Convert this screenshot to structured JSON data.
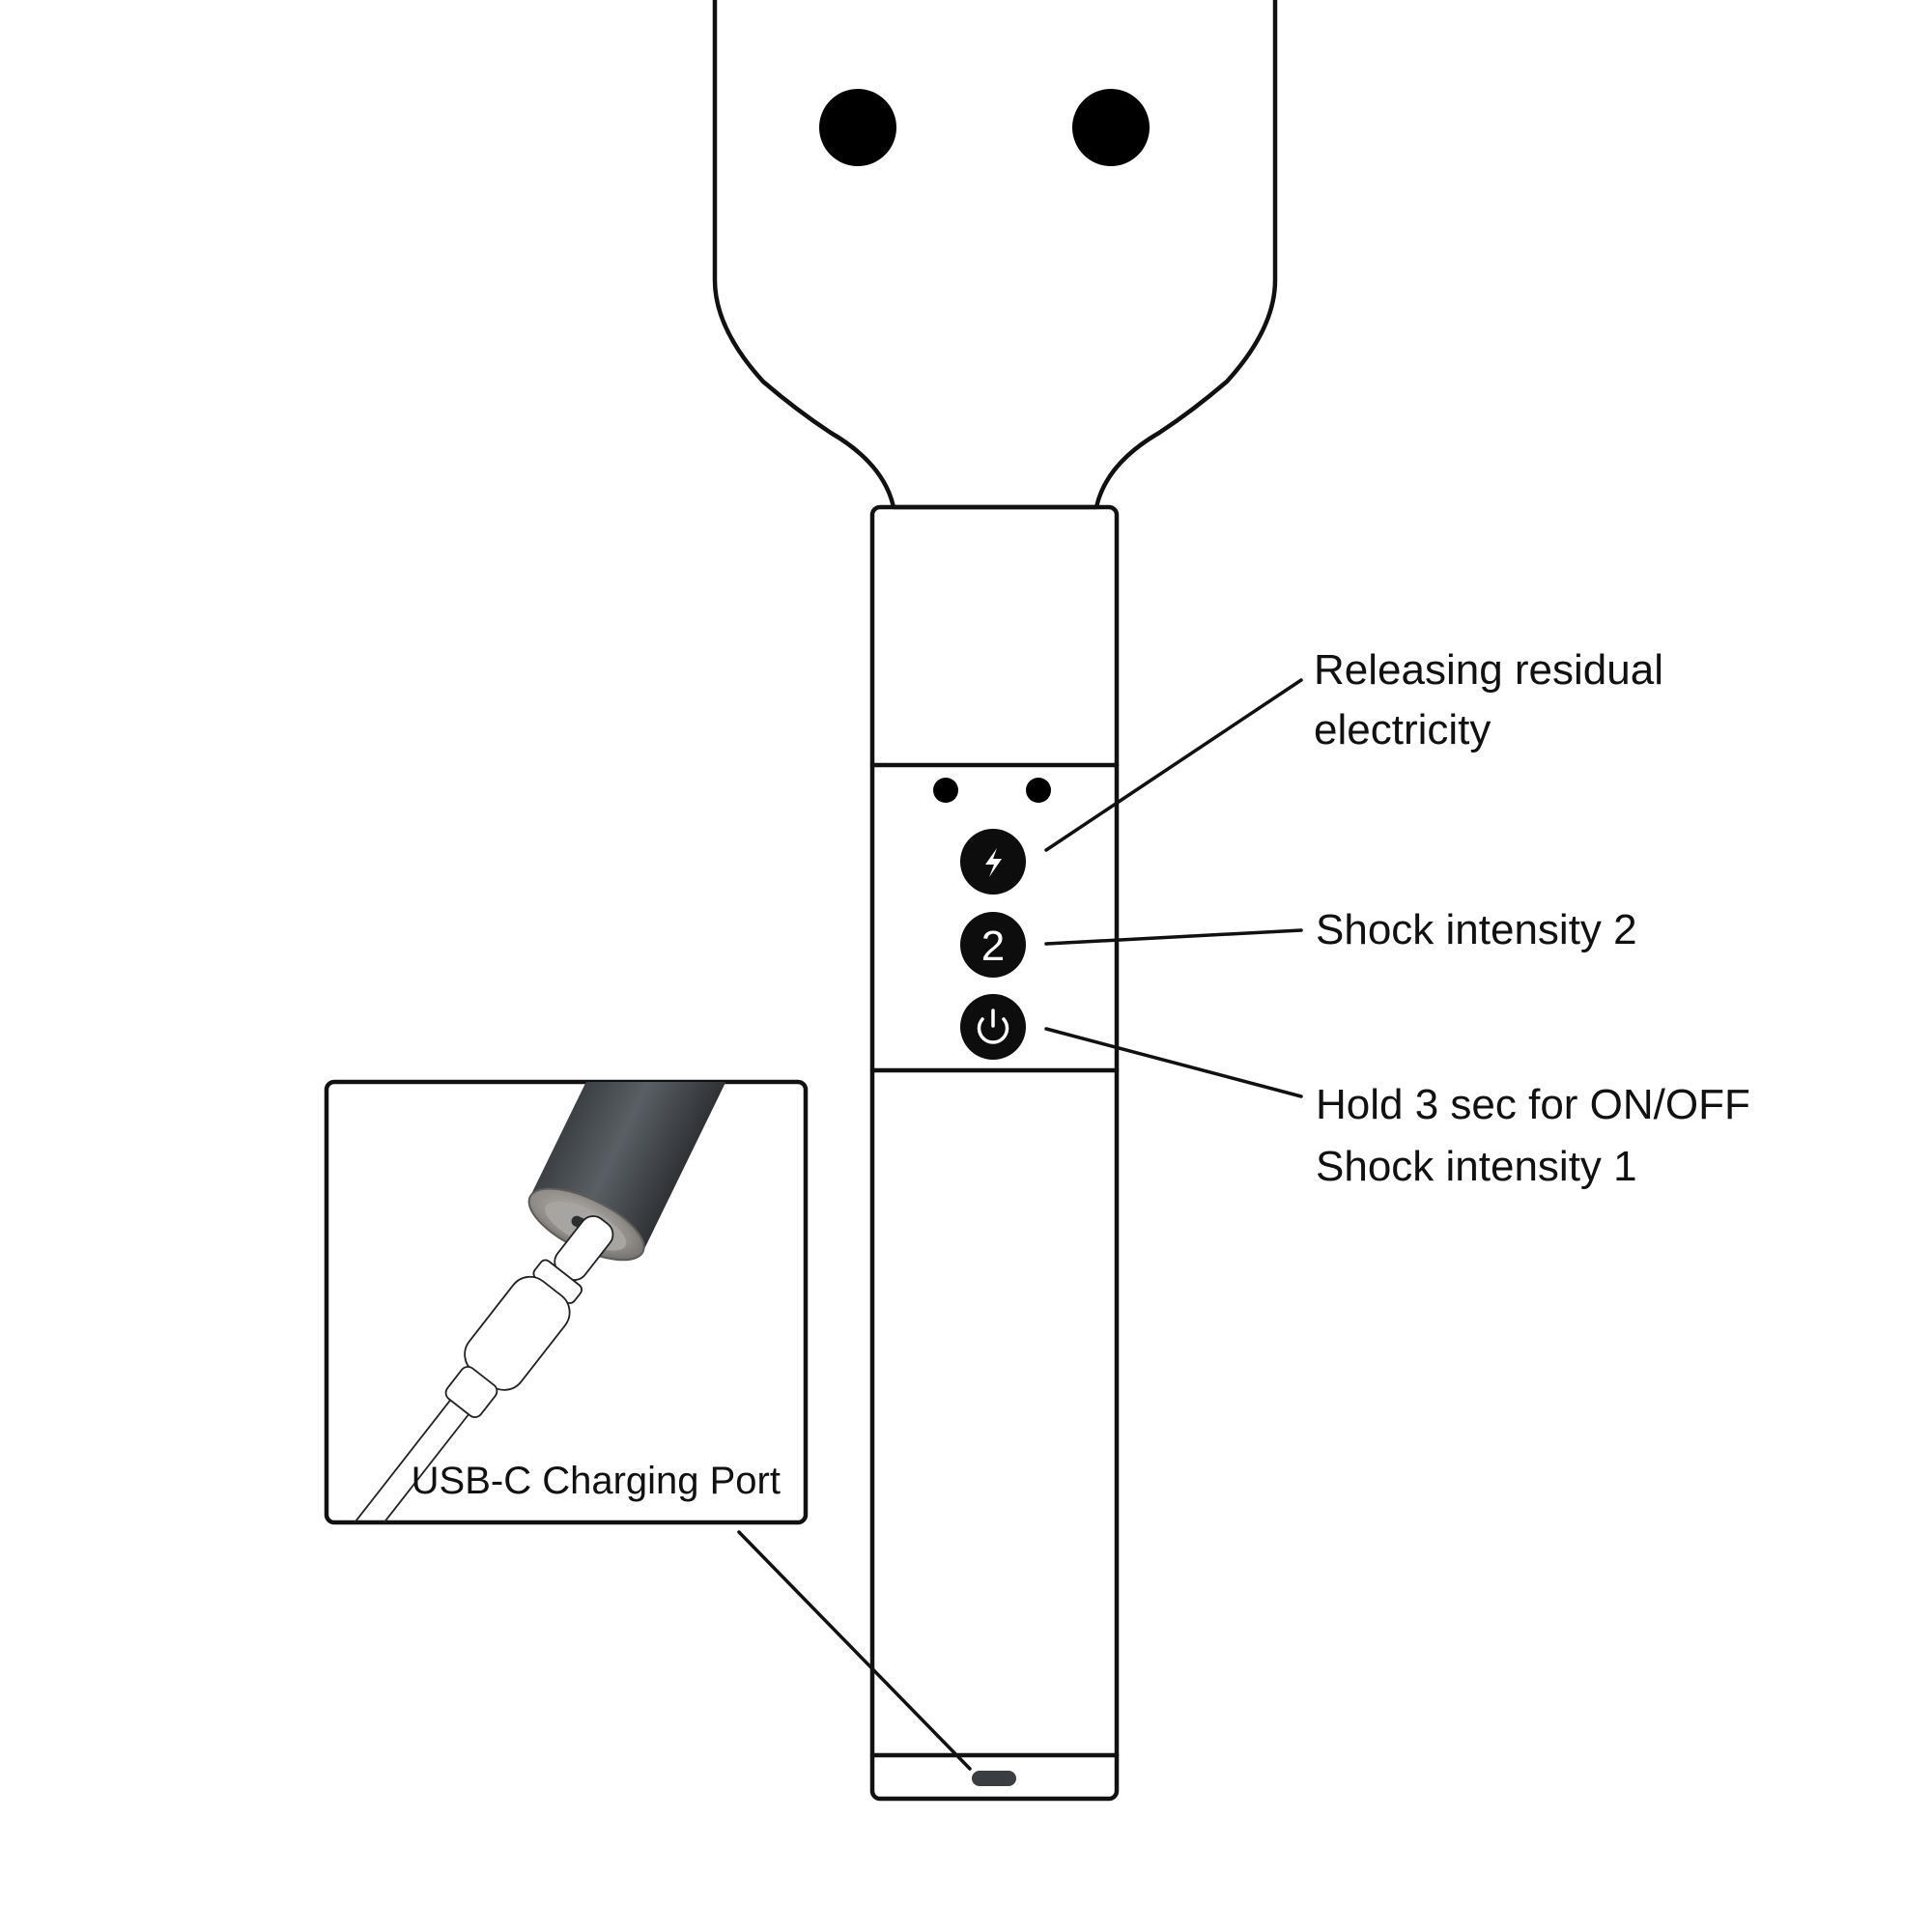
{
  "callouts": {
    "release": "Releasing residual",
    "release_line2": "electricity",
    "intensity2": "Shock intensity 2",
    "power": "Hold 3 sec for ON/OFF",
    "power_line2": "Shock intensity 1"
  },
  "inset": {
    "label": "USB-C Charging Port"
  },
  "buttons": {
    "intensity2_glyph": "2"
  },
  "colors": {
    "outline": "#111111",
    "button_fill": "#0d0d0d",
    "device_grey": "#4a4e52",
    "port_grey": "#3a3e42"
  }
}
